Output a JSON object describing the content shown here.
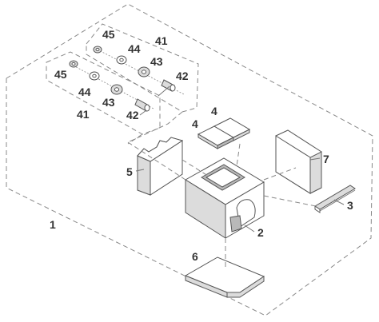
{
  "labels": {
    "n41a": "41",
    "n42a": "42",
    "n43a": "43",
    "n44a": "44",
    "n45a": "45",
    "n41b": "41",
    "n42b": "42",
    "n43b": "43",
    "n44b": "44",
    "n45b": "45",
    "n4a": "4",
    "n4b": "4",
    "n5": "5",
    "n7": "7",
    "n3": "3",
    "n2": "2",
    "n6": "6",
    "n1": "1"
  }
}
